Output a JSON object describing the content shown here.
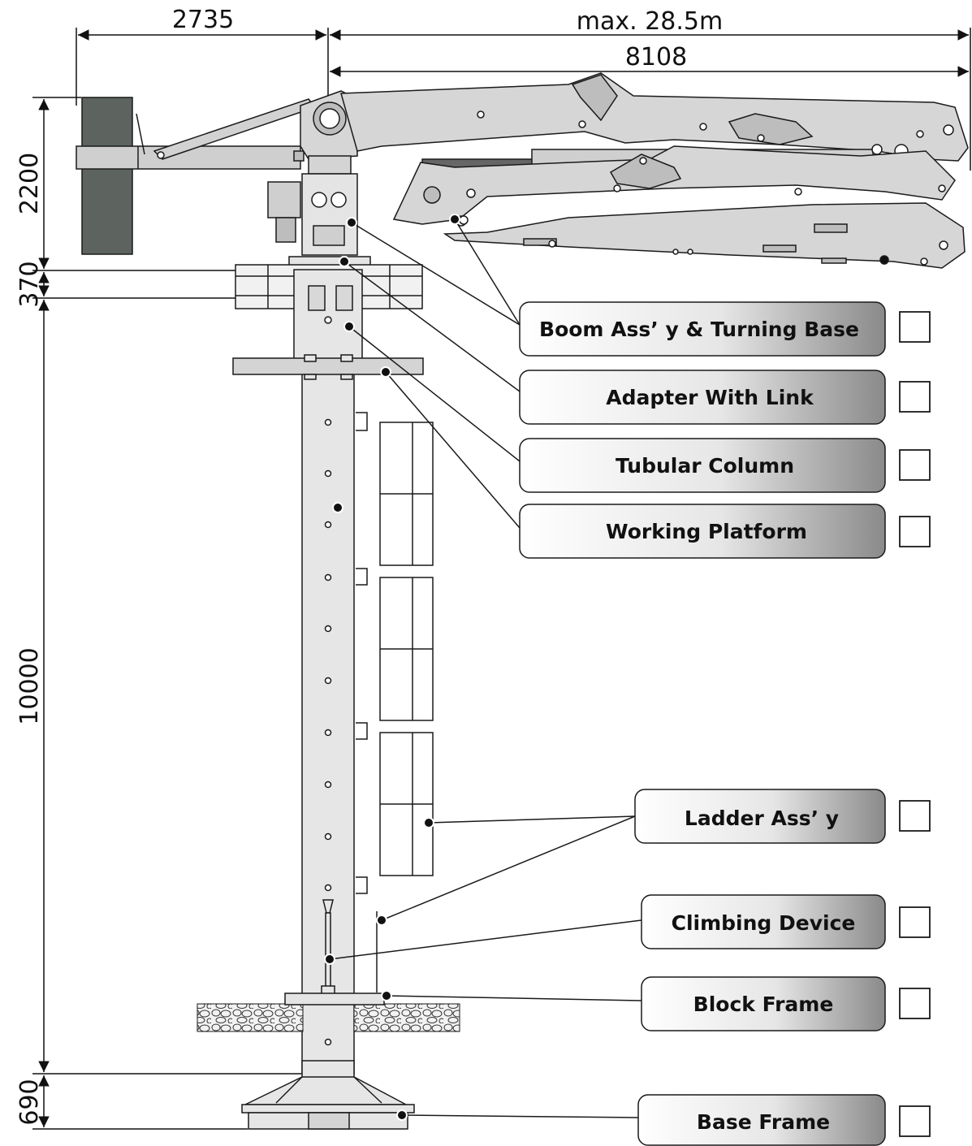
{
  "dimensions": {
    "top_left": "2735",
    "top_right": "max.  28.5m",
    "top_second": "8108",
    "left_boom": "2200",
    "left_adapter": "370",
    "left_column": "10000",
    "left_base": "690"
  },
  "parts": [
    {
      "id": "boom",
      "label": "Boom Ass’ y & Turning Base"
    },
    {
      "id": "adapter",
      "label": "Adapter With Link"
    },
    {
      "id": "column",
      "label": "Tubular Column"
    },
    {
      "id": "platform",
      "label": "Working Platform"
    },
    {
      "id": "ladder",
      "label": "Ladder Ass’  y"
    },
    {
      "id": "climbing",
      "label": "Climbing Device"
    },
    {
      "id": "block",
      "label": "Block Frame"
    },
    {
      "id": "base",
      "label": "Base Frame"
    }
  ],
  "colors": {
    "structure_fill": "#e4e4e4",
    "counterweight": "#5d6460",
    "line": "#1a1a1a"
  }
}
